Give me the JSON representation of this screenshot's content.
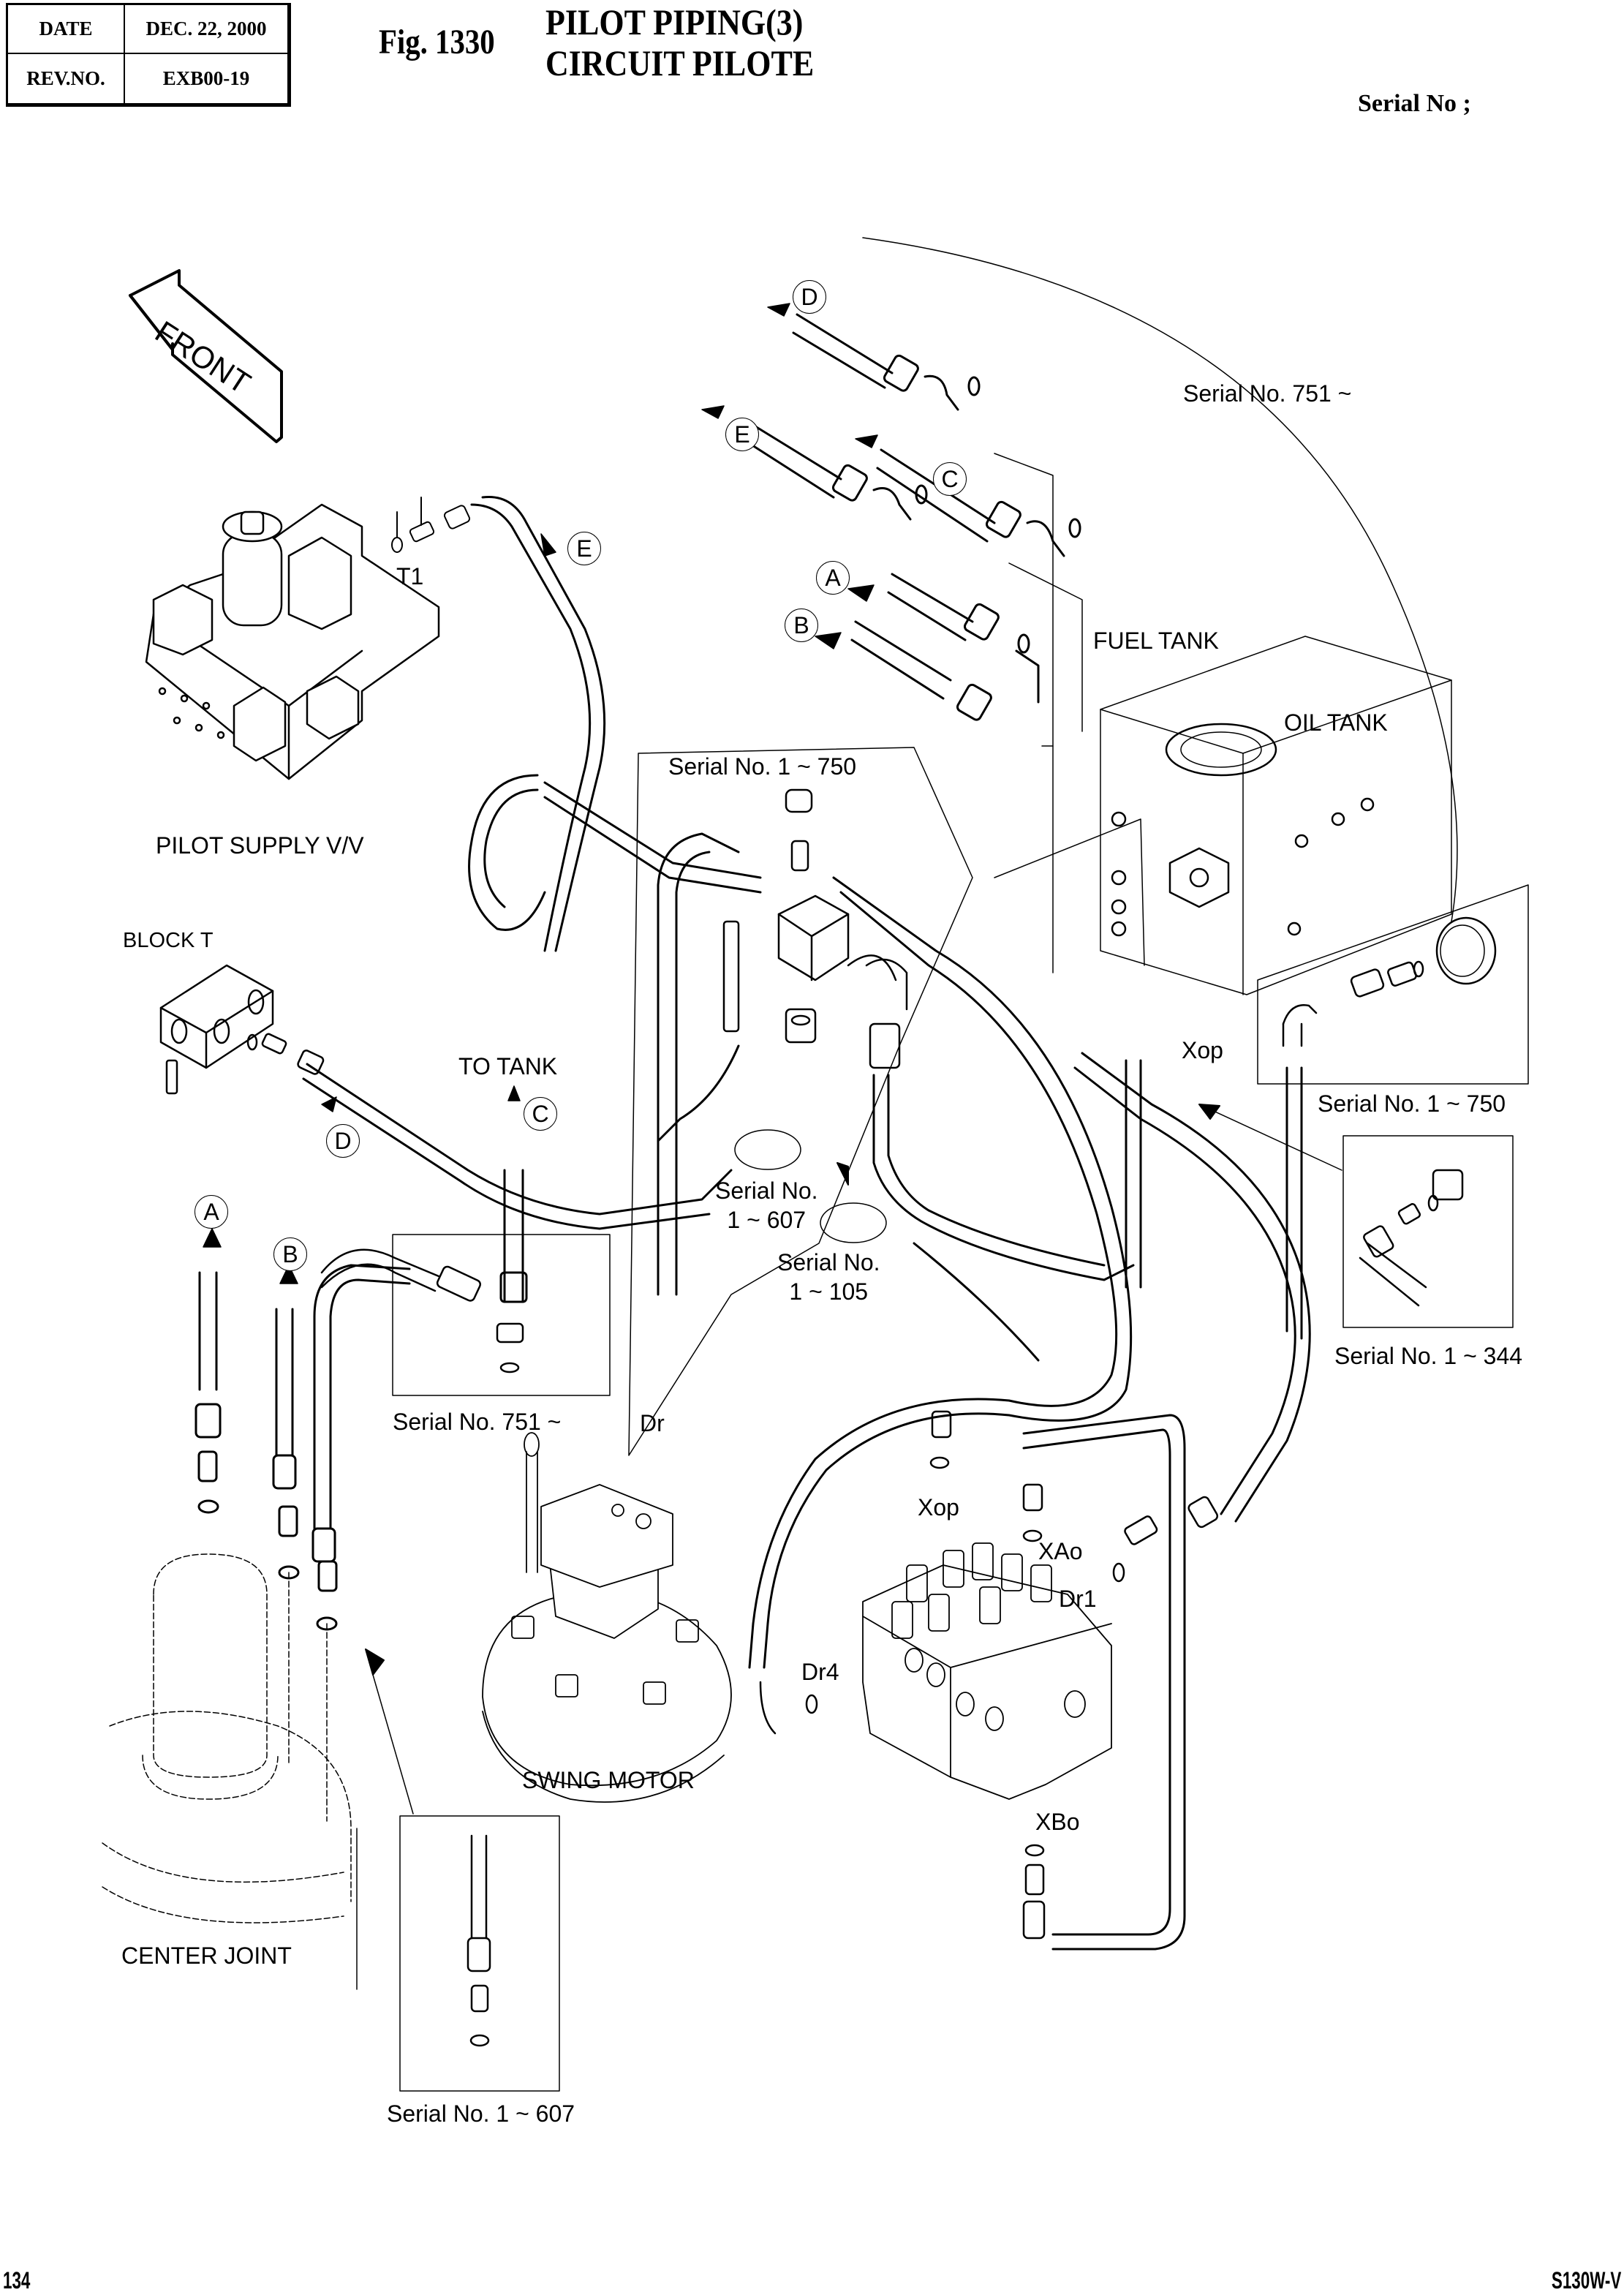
{
  "header": {
    "date_label": "DATE",
    "date_value": "DEC. 22, 2000",
    "rev_label": "REV.NO.",
    "rev_value": "EXB00-19",
    "fig_number": "Fig. 1330",
    "title_line1": "PILOT PIPING(3)",
    "title_line2": "CIRCUIT PILOTE",
    "serial_label": "Serial No ;"
  },
  "footer": {
    "page_number": "134",
    "model": "S130W-V"
  },
  "front_arrow": {
    "label": "FRONT"
  },
  "components": {
    "pilot_supply_valve": "PILOT SUPPLY V/V",
    "block_t": "BLOCK T",
    "fuel_tank": "FUEL TANK",
    "oil_tank": "OIL TANK",
    "swing_motor": "SWING MOTOR",
    "center_joint": "CENTER JOINT",
    "to_tank": "TO TANK"
  },
  "port_labels": {
    "t1": "T1",
    "xop_tank": "Xop",
    "dr": "Dr",
    "xop_valve": "Xop",
    "xao": "XAo",
    "dr1": "Dr1",
    "dr4": "Dr4",
    "xbo": "XBo"
  },
  "serial_notes": {
    "s751_top": "Serial No. 751 ~",
    "s1_750_center": "Serial No. 1 ~ 750",
    "s1_750_right": "Serial No. 1 ~ 750",
    "s1_607_mid_line1": "Serial No.",
    "s1_607_mid_line2": "1 ~ 607",
    "s1_105_line1": "Serial No.",
    "s1_105_line2": "1 ~ 105",
    "s1_344": "Serial No. 1 ~ 344",
    "s751_swing": "Serial No. 751 ~",
    "s1_607_bottom": "Serial No. 1 ~ 607"
  },
  "callouts": {
    "d_top": "D",
    "e_top": "E",
    "c_top": "C",
    "a_top": "A",
    "b_top": "B",
    "e_pilot": "E",
    "c_tank": "C",
    "d_block": "D",
    "a_center": "A",
    "b_center": "B"
  }
}
